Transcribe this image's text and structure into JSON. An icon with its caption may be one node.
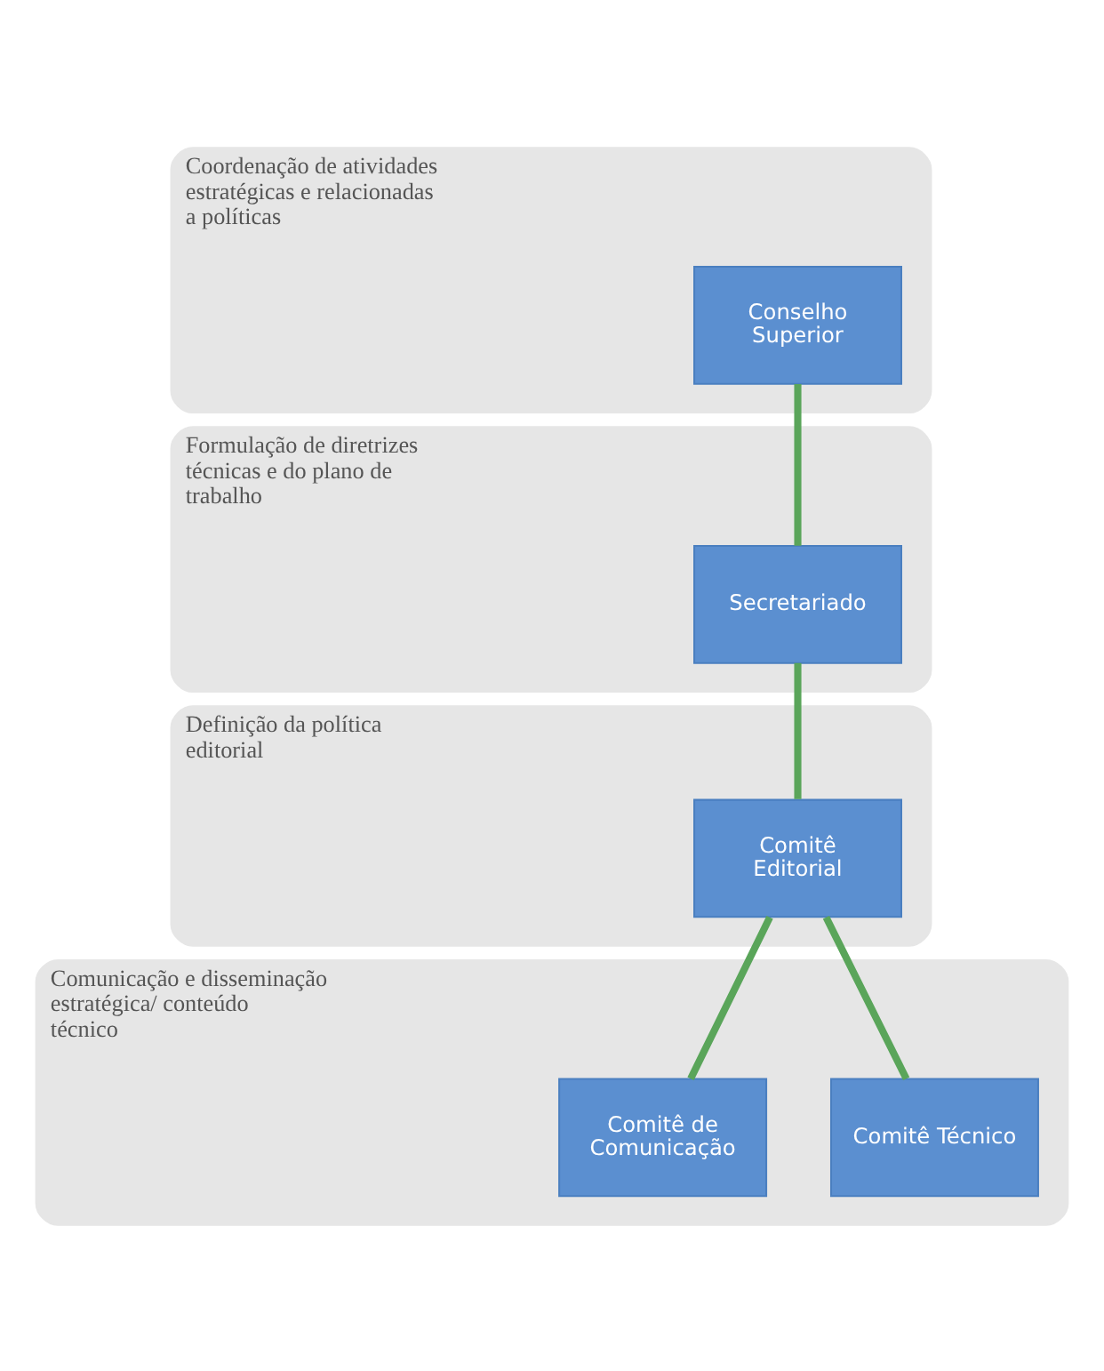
{
  "diagram": {
    "nodes": [
      {
        "text": [
          "Coordenação de atividades estratégicas e relacionadas a políticas"
        ]
      },
      {
        "text": [
          "Conselho Superior"
        ],
        "in": 0
      },
      {
        "text": [
          "Formulação de diretrizes técnicas e do plano de trabalho"
        ]
      },
      {
        "text": [
          "Secretariado"
        ],
        "in": 2
      },
      {
        "text": [
          "Definição da política editorial"
        ]
      },
      {
        "text": [
          "Comitê Editorial"
        ],
        "in": 4
      },
      {
        "text": [
          "Comunicação e disseminação estratégica/ conteúdo técnico"
        ]
      },
      {
        "text": [
          "Comitê de Comunicação"
        ],
        "in": 6
      },
      {
        "text": [
          "Comitê Técnico"
        ],
        "in": 6
      }
    ],
    "edges": [
      {
        "from": 1,
        "to": 3,
        "arrow": "none"
      },
      {
        "from": 3,
        "to": 5,
        "arrow": "none"
      },
      {
        "from": 5,
        "to": 7,
        "arrow": "none"
      },
      {
        "from": 5,
        "to": 8,
        "arrow": "none"
      }
    ]
  }
}
